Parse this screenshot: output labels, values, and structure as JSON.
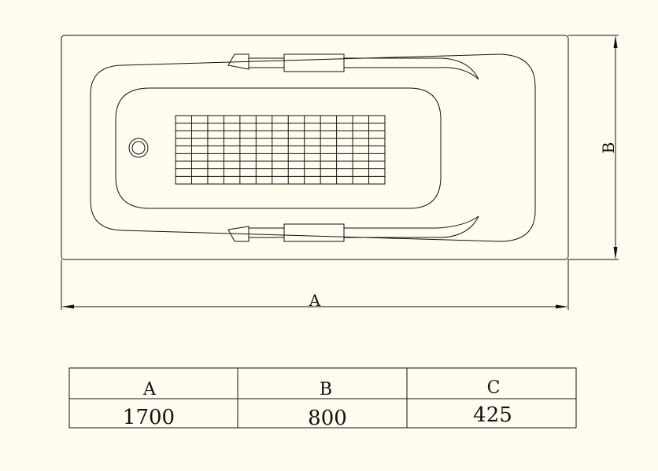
{
  "drawing": {
    "dimension_labels": {
      "length": "A",
      "width": "B"
    }
  },
  "spec_table": {
    "headers": [
      "A",
      "B",
      "C"
    ],
    "values": [
      "1700",
      "800",
      "425"
    ]
  }
}
